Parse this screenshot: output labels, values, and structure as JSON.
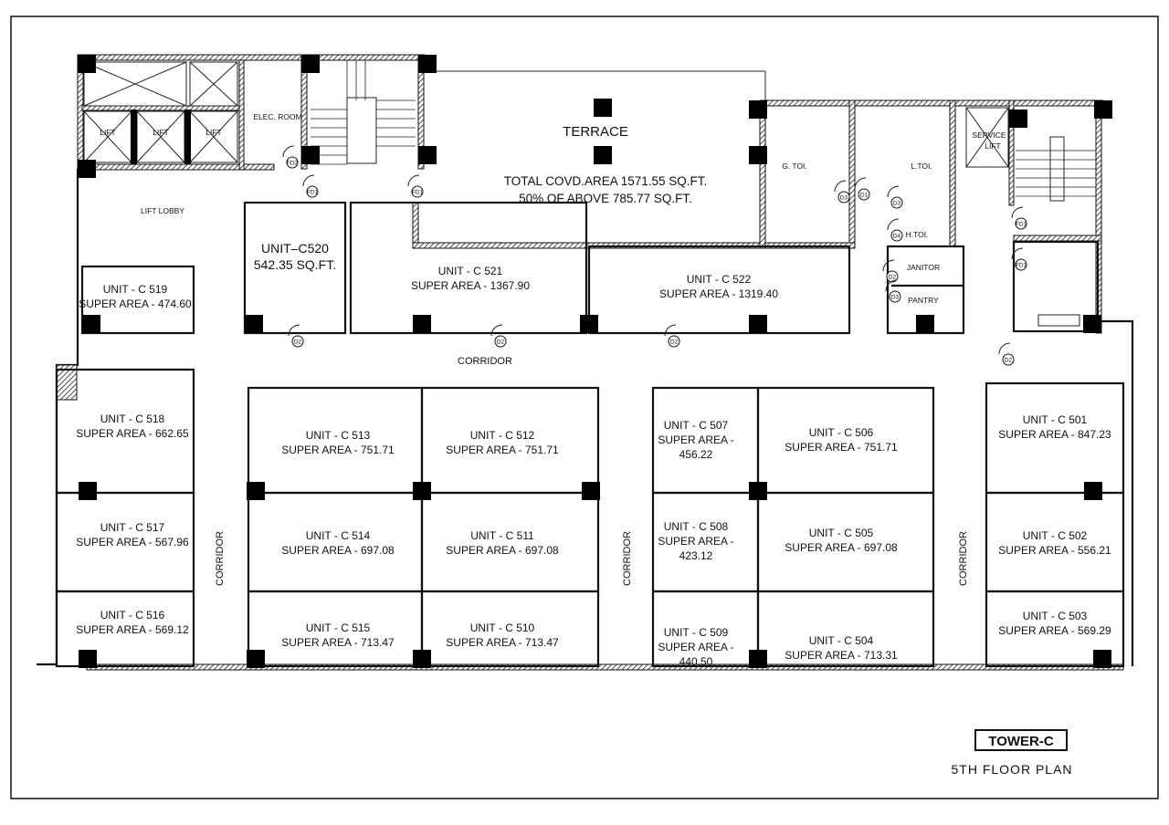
{
  "title": {
    "tower": "TOWER-C",
    "plan": "5TH FLOOR PLAN"
  },
  "terrace": {
    "label": "TERRACE",
    "line1": "TOTAL COVD.AREA 1571.55 SQ.FT.",
    "line2": "50% OF ABOVE 785.77 SQ.FT."
  },
  "rooms": {
    "lift_lobby": "LIFT LOBBY",
    "elec_room": "ELEC. ROOM",
    "lift": "LIFT",
    "service_lift_1": "SERVICE",
    "service_lift_2": "LIFT",
    "g_toilet": "G. TOI.",
    "l_toilet": "L.TOI.",
    "h_toilet": "H.TOI.",
    "janitor": "JANITOR",
    "pantry": "PANTRY",
    "corridor": "CORRIDOR"
  },
  "units": [
    {
      "lines": [
        "UNIT - C 519",
        "SUPER AREA - 474.60"
      ]
    },
    {
      "lines": [
        "UNIT–C520",
        "542.35  SQ.FT."
      ]
    },
    {
      "lines": [
        "UNIT - C 521",
        "SUPER AREA - 1367.90"
      ]
    },
    {
      "lines": [
        "UNIT - C 522",
        "SUPER AREA - 1319.40"
      ]
    },
    {
      "lines": [
        "UNIT - C 518",
        "SUPER AREA - 662.65"
      ]
    },
    {
      "lines": [
        "UNIT - C 517",
        "SUPER AREA - 567.96"
      ]
    },
    {
      "lines": [
        "UNIT - C 516",
        "SUPER AREA - 569.12"
      ]
    },
    {
      "lines": [
        "UNIT - C 513",
        "SUPER AREA - 751.71"
      ]
    },
    {
      "lines": [
        "UNIT - C 512",
        "SUPER AREA - 751.71"
      ]
    },
    {
      "lines": [
        "UNIT - C 514",
        "SUPER AREA - 697.08"
      ]
    },
    {
      "lines": [
        "UNIT - C 511",
        "SUPER AREA - 697.08"
      ]
    },
    {
      "lines": [
        "UNIT - C 515",
        "SUPER AREA - 713.47"
      ]
    },
    {
      "lines": [
        "UNIT - C 510",
        "SUPER AREA - 713.47"
      ]
    },
    {
      "lines": [
        "UNIT - C 507",
        "SUPER AREA -",
        "456.22"
      ]
    },
    {
      "lines": [
        "UNIT - C 506",
        "SUPER AREA - 751.71"
      ]
    },
    {
      "lines": [
        "UNIT - C 508",
        "SUPER AREA -",
        "423.12"
      ]
    },
    {
      "lines": [
        "UNIT - C 505",
        "SUPER AREA - 697.08"
      ]
    },
    {
      "lines": [
        "UNIT - C 509",
        "SUPER AREA -",
        "440.50"
      ]
    },
    {
      "lines": [
        "UNIT - C 504",
        "SUPER AREA - 713.31"
      ]
    },
    {
      "lines": [
        "UNIT - C 501",
        "SUPER AREA - 847.23"
      ]
    },
    {
      "lines": [
        "UNIT - C 502",
        "SUPER AREA - 556.21"
      ]
    },
    {
      "lines": [
        "UNIT - C 503",
        "SUPER AREA - 569.29"
      ]
    }
  ],
  "door_tags": [
    "FD2",
    "FD1",
    "FD1",
    "D2",
    "D2",
    "D2",
    "D3",
    "D1",
    "D3",
    "D4",
    "D2",
    "D3",
    "FD1",
    "FD1",
    "D2"
  ]
}
